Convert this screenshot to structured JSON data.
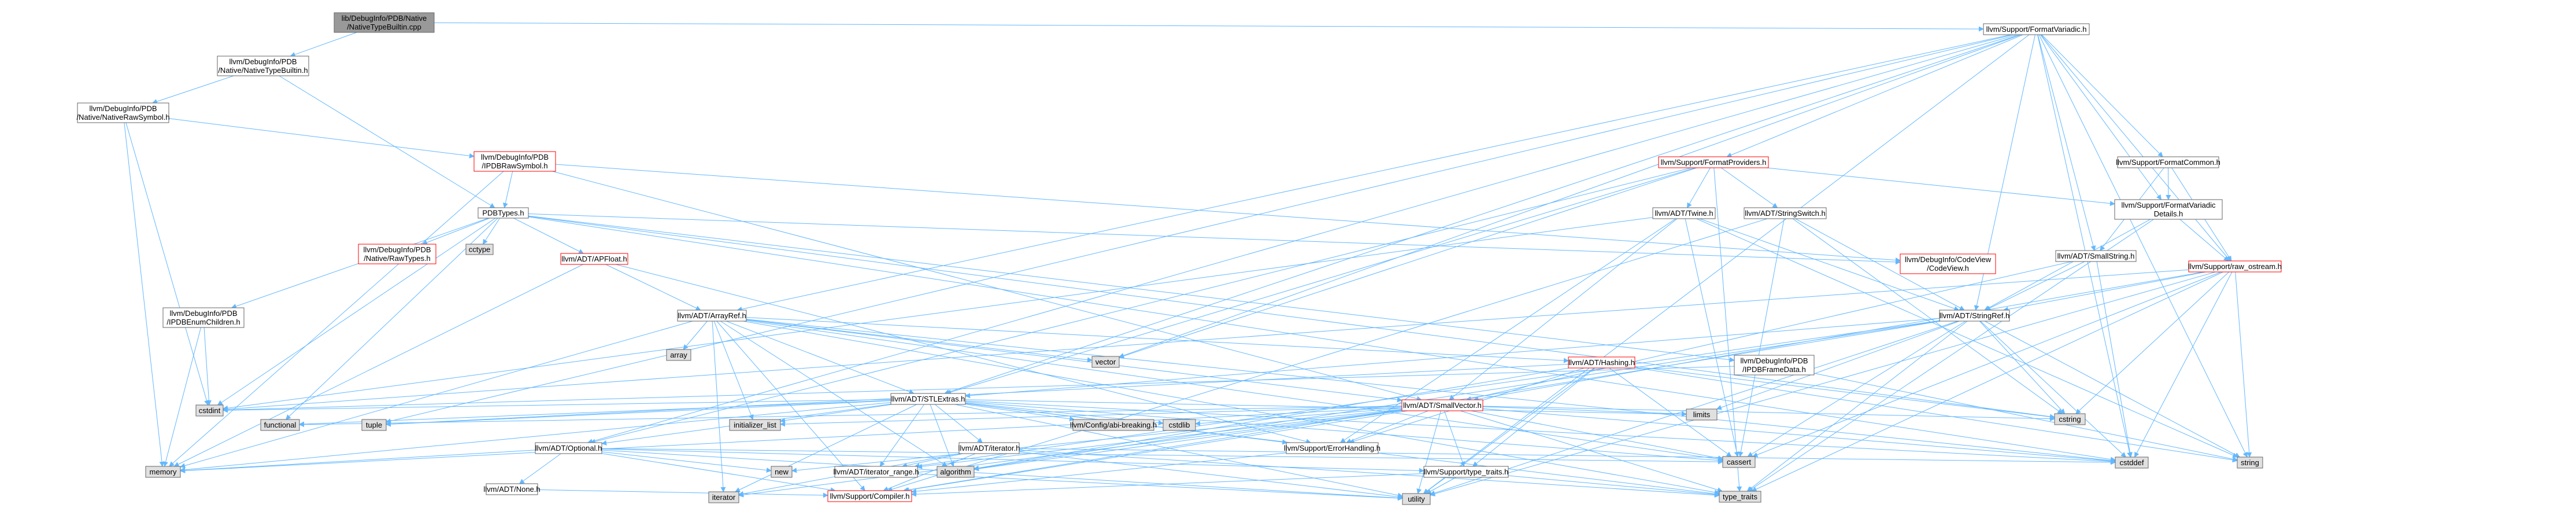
{
  "diagram_type": "include-dependency-graph",
  "colors": {
    "root_fill": "#999999",
    "node_fill": "#ffffff",
    "system_fill": "#e0e0e0",
    "edge": "#63b8ff",
    "border": "#666666",
    "truncated_border": "#ff0000"
  },
  "nodes": [
    {
      "id": "root",
      "lines": [
        "lib/DebugInfo/PDB/Native",
        "/NativeTypeBuiltin.cpp"
      ],
      "kind": "root"
    },
    {
      "id": "ntb",
      "lines": [
        "llvm/DebugInfo/PDB",
        "/Native/NativeTypeBuiltin.h"
      ],
      "kind": "normal"
    },
    {
      "id": "fv",
      "lines": [
        "llvm/Support/FormatVariadic.h"
      ],
      "kind": "normal"
    },
    {
      "id": "nrs",
      "lines": [
        "llvm/DebugInfo/PDB",
        "/Native/NativeRawSymbol.h"
      ],
      "kind": "normal"
    },
    {
      "id": "ipdbrs",
      "lines": [
        "llvm/DebugInfo/PDB",
        "/IPDBRawSymbol.h"
      ],
      "kind": "truncated"
    },
    {
      "id": "pdbtypes",
      "lines": [
        "PDBTypes.h"
      ],
      "kind": "normal"
    },
    {
      "id": "fprov",
      "lines": [
        "llvm/Support/FormatProviders.h"
      ],
      "kind": "truncated"
    },
    {
      "id": "fcommon",
      "lines": [
        "llvm/Support/FormatCommon.h"
      ],
      "kind": "normal"
    },
    {
      "id": "fvdetails",
      "lines": [
        "llvm/Support/FormatVariadic",
        "Details.h"
      ],
      "kind": "normal"
    },
    {
      "id": "ntypes",
      "lines": [
        "llvm/DebugInfo/PDB",
        "/Native/RawTypes.h"
      ],
      "kind": "truncated"
    },
    {
      "id": "cctype",
      "lines": [
        "cctype"
      ],
      "kind": "system"
    },
    {
      "id": "apfloat",
      "lines": [
        "llvm/ADT/APFloat.h"
      ],
      "kind": "truncated"
    },
    {
      "id": "cvview",
      "lines": [
        "llvm/DebugInfo/CodeView",
        "/CodeView.h"
      ],
      "kind": "truncated"
    },
    {
      "id": "twine",
      "lines": [
        "llvm/ADT/Twine.h"
      ],
      "kind": "normal"
    },
    {
      "id": "sswitch",
      "lines": [
        "llvm/ADT/StringSwitch.h"
      ],
      "kind": "normal"
    },
    {
      "id": "sstring",
      "lines": [
        "llvm/ADT/SmallString.h"
      ],
      "kind": "normal"
    },
    {
      "id": "rawos",
      "lines": [
        "llvm/Support/raw_ostream.h"
      ],
      "kind": "truncated"
    },
    {
      "id": "enumch",
      "lines": [
        "llvm/DebugInfo/PDB",
        "/IPDBEnumChildren.h"
      ],
      "kind": "normal"
    },
    {
      "id": "arrayref",
      "lines": [
        "llvm/ADT/ArrayRef.h"
      ],
      "kind": "normal"
    },
    {
      "id": "stringref",
      "lines": [
        "llvm/ADT/StringRef.h"
      ],
      "kind": "normal"
    },
    {
      "id": "array",
      "lines": [
        "array"
      ],
      "kind": "system"
    },
    {
      "id": "vector",
      "lines": [
        "vector"
      ],
      "kind": "system"
    },
    {
      "id": "stlextras",
      "lines": [
        "llvm/ADT/STLExtras.h"
      ],
      "kind": "normal"
    },
    {
      "id": "svector",
      "lines": [
        "llvm/ADT/SmallVector.h"
      ],
      "kind": "truncated"
    },
    {
      "id": "hashing",
      "lines": [
        "llvm/ADT/Hashing.h"
      ],
      "kind": "truncated"
    },
    {
      "id": "framedata",
      "lines": [
        "llvm/DebugInfo/PDB",
        "/IPDBFrameData.h"
      ],
      "kind": "normal"
    },
    {
      "id": "cstdint",
      "lines": [
        "cstdint"
      ],
      "kind": "system"
    },
    {
      "id": "functional",
      "lines": [
        "functional"
      ],
      "kind": "system"
    },
    {
      "id": "tuple",
      "lines": [
        "tuple"
      ],
      "kind": "system"
    },
    {
      "id": "optional",
      "lines": [
        "llvm/ADT/Optional.h"
      ],
      "kind": "normal"
    },
    {
      "id": "none",
      "lines": [
        "llvm/ADT/None.h"
      ],
      "kind": "normal"
    },
    {
      "id": "initlist",
      "lines": [
        "initializer_list"
      ],
      "kind": "system"
    },
    {
      "id": "iterator_h",
      "lines": [
        "llvm/ADT/iterator.h"
      ],
      "kind": "normal"
    },
    {
      "id": "abibreak",
      "lines": [
        "llvm/Config/abi-breaking.h"
      ],
      "kind": "system"
    },
    {
      "id": "cstdlib",
      "lines": [
        "cstdlib"
      ],
      "kind": "system"
    },
    {
      "id": "errh",
      "lines": [
        "llvm/Support/ErrorHandling.h"
      ],
      "kind": "normal"
    },
    {
      "id": "limits",
      "lines": [
        "limits"
      ],
      "kind": "system"
    },
    {
      "id": "cstring",
      "lines": [
        "cstring"
      ],
      "kind": "system"
    },
    {
      "id": "memory",
      "lines": [
        "memory"
      ],
      "kind": "system"
    },
    {
      "id": "new",
      "lines": [
        "new"
      ],
      "kind": "system"
    },
    {
      "id": "iterrange",
      "lines": [
        "llvm/ADT/iterator_range.h"
      ],
      "kind": "normal"
    },
    {
      "id": "algorithm",
      "lines": [
        "algorithm"
      ],
      "kind": "system"
    },
    {
      "id": "typetraits_h",
      "lines": [
        "llvm/Support/type_traits.h"
      ],
      "kind": "normal"
    },
    {
      "id": "cassert",
      "lines": [
        "cassert"
      ],
      "kind": "system"
    },
    {
      "id": "cstddef",
      "lines": [
        "cstddef"
      ],
      "kind": "system"
    },
    {
      "id": "string",
      "lines": [
        "string"
      ],
      "kind": "system"
    },
    {
      "id": "iterator",
      "lines": [
        "iterator"
      ],
      "kind": "system"
    },
    {
      "id": "compiler",
      "lines": [
        "llvm/Support/Compiler.h"
      ],
      "kind": "truncated"
    },
    {
      "id": "utility",
      "lines": [
        "utility"
      ],
      "kind": "system"
    },
    {
      "id": "type_traits",
      "lines": [
        "type_traits"
      ],
      "kind": "system"
    }
  ],
  "edges": [
    [
      "root",
      "ntb"
    ],
    [
      "root",
      "fv"
    ],
    [
      "ntb",
      "nrs"
    ],
    [
      "ntb",
      "pdbtypes"
    ],
    [
      "nrs",
      "ipdbrs"
    ],
    [
      "nrs",
      "cstdint"
    ],
    [
      "nrs",
      "memory"
    ],
    [
      "ipdbrs",
      "pdbtypes"
    ],
    [
      "ipdbrs",
      "svector"
    ],
    [
      "ipdbrs",
      "cvview"
    ],
    [
      "ipdbrs",
      "memory"
    ],
    [
      "pdbtypes",
      "ntypes"
    ],
    [
      "pdbtypes",
      "cctype"
    ],
    [
      "pdbtypes",
      "apfloat"
    ],
    [
      "pdbtypes",
      "cvview"
    ],
    [
      "pdbtypes",
      "enumch"
    ],
    [
      "pdbtypes",
      "framedata"
    ],
    [
      "pdbtypes",
      "cstddef"
    ],
    [
      "pdbtypes",
      "cstdint"
    ],
    [
      "pdbtypes",
      "cstring"
    ],
    [
      "pdbtypes",
      "functional"
    ],
    [
      "apfloat",
      "arrayref"
    ],
    [
      "apfloat",
      "errh"
    ],
    [
      "apfloat",
      "memory"
    ],
    [
      "enumch",
      "cstdint"
    ],
    [
      "enumch",
      "memory"
    ],
    [
      "fv",
      "fprov"
    ],
    [
      "fv",
      "fcommon"
    ],
    [
      "fv",
      "fvdetails"
    ],
    [
      "fv",
      "arrayref"
    ],
    [
      "fv",
      "optional"
    ],
    [
      "fv",
      "stlextras"
    ],
    [
      "fv",
      "sstring"
    ],
    [
      "fv",
      "stringref"
    ],
    [
      "fv",
      "rawos"
    ],
    [
      "fv",
      "cstddef"
    ],
    [
      "fv",
      "string"
    ],
    [
      "fv",
      "tuple"
    ],
    [
      "fv",
      "utility"
    ],
    [
      "fv",
      "vector"
    ],
    [
      "fprov",
      "fvdetails"
    ],
    [
      "fprov",
      "optional"
    ],
    [
      "fprov",
      "stlextras"
    ],
    [
      "fprov",
      "sswitch"
    ],
    [
      "fprov",
      "twine"
    ],
    [
      "fprov",
      "vector"
    ],
    [
      "fprov",
      "type_traits"
    ],
    [
      "fcommon",
      "fvdetails"
    ],
    [
      "fcommon",
      "sstring"
    ],
    [
      "fcommon",
      "rawos"
    ],
    [
      "fvdetails",
      "stringref"
    ],
    [
      "fvdetails",
      "rawos"
    ],
    [
      "fvdetails",
      "type_traits"
    ],
    [
      "sstring",
      "svector"
    ],
    [
      "sstring",
      "stringref"
    ],
    [
      "sstring",
      "cstddef"
    ],
    [
      "rawos",
      "stringref"
    ],
    [
      "rawos",
      "cassert"
    ],
    [
      "rawos",
      "cstddef"
    ],
    [
      "rawos",
      "cstdint"
    ],
    [
      "rawos",
      "cstring"
    ],
    [
      "rawos",
      "string"
    ],
    [
      "rawos",
      "type_traits"
    ],
    [
      "rawos",
      "svector"
    ],
    [
      "rawos",
      "utility"
    ],
    [
      "twine",
      "svector"
    ],
    [
      "twine",
      "stringref"
    ],
    [
      "twine",
      "errh"
    ],
    [
      "twine",
      "cassert"
    ],
    [
      "twine",
      "cstdint"
    ],
    [
      "twine",
      "string"
    ],
    [
      "sswitch",
      "stringref"
    ],
    [
      "sswitch",
      "compiler"
    ],
    [
      "sswitch",
      "cassert"
    ],
    [
      "sswitch",
      "cstring"
    ],
    [
      "arrayref",
      "hashing"
    ],
    [
      "arrayref",
      "svector"
    ],
    [
      "arrayref",
      "stlextras"
    ],
    [
      "arrayref",
      "compiler"
    ],
    [
      "arrayref",
      "algorithm"
    ],
    [
      "arrayref",
      "array"
    ],
    [
      "arrayref",
      "cassert"
    ],
    [
      "arrayref",
      "cstddef"
    ],
    [
      "arrayref",
      "initlist"
    ],
    [
      "arrayref",
      "iterator"
    ],
    [
      "arrayref",
      "memory"
    ],
    [
      "arrayref",
      "type_traits"
    ],
    [
      "arrayref",
      "vector"
    ],
    [
      "stringref",
      "stlextras"
    ],
    [
      "stringref",
      "iterrange"
    ],
    [
      "stringref",
      "compiler"
    ],
    [
      "stringref",
      "algorithm"
    ],
    [
      "stringref",
      "cassert"
    ],
    [
      "stringref",
      "cstddef"
    ],
    [
      "stringref",
      "cstring"
    ],
    [
      "stringref",
      "limits"
    ],
    [
      "stringref",
      "string"
    ],
    [
      "stringref",
      "type_traits"
    ],
    [
      "stringref",
      "utility"
    ],
    [
      "stlextras",
      "optional"
    ],
    [
      "stlextras",
      "iterator_h"
    ],
    [
      "stlextras",
      "iterrange"
    ],
    [
      "stlextras",
      "abibreak"
    ],
    [
      "stlextras",
      "errh"
    ],
    [
      "stlextras",
      "algorithm"
    ],
    [
      "stlextras",
      "cassert"
    ],
    [
      "stlextras",
      "cstddef"
    ],
    [
      "stlextras",
      "cstdint"
    ],
    [
      "stlextras",
      "cstdlib"
    ],
    [
      "stlextras",
      "functional"
    ],
    [
      "stlextras",
      "initlist"
    ],
    [
      "stlextras",
      "iterator"
    ],
    [
      "stlextras",
      "limits"
    ],
    [
      "stlextras",
      "memory"
    ],
    [
      "stlextras",
      "tuple"
    ],
    [
      "stlextras",
      "type_traits"
    ],
    [
      "stlextras",
      "utility"
    ],
    [
      "svector",
      "compiler"
    ],
    [
      "svector",
      "errh"
    ],
    [
      "svector",
      "algorithm"
    ],
    [
      "svector",
      "cassert"
    ],
    [
      "svector",
      "cstddef"
    ],
    [
      "svector",
      "cstdlib"
    ],
    [
      "svector",
      "cstring"
    ],
    [
      "svector",
      "functional"
    ],
    [
      "svector",
      "initlist"
    ],
    [
      "svector",
      "iterator"
    ],
    [
      "svector",
      "limits"
    ],
    [
      "svector",
      "memory"
    ],
    [
      "svector",
      "new"
    ],
    [
      "svector",
      "type_traits"
    ],
    [
      "svector",
      "utility"
    ],
    [
      "svector",
      "iterrange"
    ],
    [
      "svector",
      "typetraits_h"
    ],
    [
      "hashing",
      "errh"
    ],
    [
      "hashing",
      "cassert"
    ],
    [
      "hashing",
      "cstring"
    ],
    [
      "hashing",
      "string"
    ],
    [
      "hashing",
      "tuple"
    ],
    [
      "hashing",
      "utility"
    ],
    [
      "hashing",
      "algorithm"
    ],
    [
      "hashing",
      "typetraits_h"
    ],
    [
      "framedata",
      "cstdint"
    ],
    [
      "framedata",
      "string"
    ],
    [
      "optional",
      "none"
    ],
    [
      "optional",
      "compiler"
    ],
    [
      "optional",
      "typetraits_h"
    ],
    [
      "optional",
      "cassert"
    ],
    [
      "optional",
      "memory"
    ],
    [
      "optional",
      "new"
    ],
    [
      "optional",
      "utility"
    ],
    [
      "iterator_h",
      "iterrange"
    ],
    [
      "iterator_h",
      "compiler"
    ],
    [
      "iterator_h",
      "cstddef"
    ],
    [
      "iterator_h",
      "iterator"
    ],
    [
      "iterator_h",
      "type_traits"
    ],
    [
      "iterator_h",
      "utility"
    ],
    [
      "errh",
      "compiler"
    ],
    [
      "iterrange",
      "utility"
    ],
    [
      "typetraits_h",
      "compiler"
    ],
    [
      "typetraits_h",
      "type_traits"
    ],
    [
      "typetraits_h",
      "utility"
    ],
    [
      "none",
      "compiler"
    ]
  ]
}
